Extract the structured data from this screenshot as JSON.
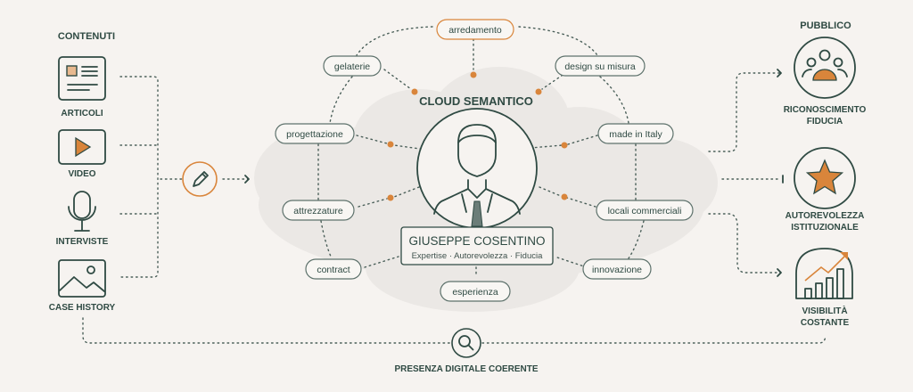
{
  "colors": {
    "primary": "#2f4a43",
    "accent": "#d9853b",
    "background": "#f6f3f0",
    "cloud": "#e9e6e2"
  },
  "left": {
    "title": "CONTENUTI",
    "items": [
      {
        "label": "ARTICOLI",
        "icon": "article-icon"
      },
      {
        "label": "VIDEO",
        "icon": "video-play-icon"
      },
      {
        "label": "INTERVISTE",
        "icon": "microphone-icon"
      },
      {
        "label": "CASE HISTORY",
        "icon": "image-icon"
      }
    ]
  },
  "process_icon": "pencil-icon",
  "center": {
    "title": "CLOUD SEMANTICO",
    "person": {
      "name": "GIUSEPPE COSENTINO",
      "tagline": "Expertise · Autorevolezza · Fiducia"
    },
    "keywords": [
      "arredamento",
      "gelaterie",
      "design su misura",
      "progettazione",
      "made in Italy",
      "attrezzature",
      "locali commerciali",
      "contract",
      "innovazione",
      "esperienza"
    ]
  },
  "right": {
    "title": "PUBBLICO",
    "items": [
      {
        "line1": "RICONOSCIMENTO",
        "line2": "FIDUCIA",
        "icon": "people-icon"
      },
      {
        "line1": "AUTOREVOLEZZA",
        "line2": "ISTITUZIONALE",
        "icon": "star-icon"
      },
      {
        "line1": "VISIBILITÀ",
        "line2": "COSTANTE",
        "icon": "growth-chart-icon"
      }
    ]
  },
  "footer": {
    "label": "PRESENZA DIGITALE COERENTE",
    "icon": "search-icon"
  }
}
